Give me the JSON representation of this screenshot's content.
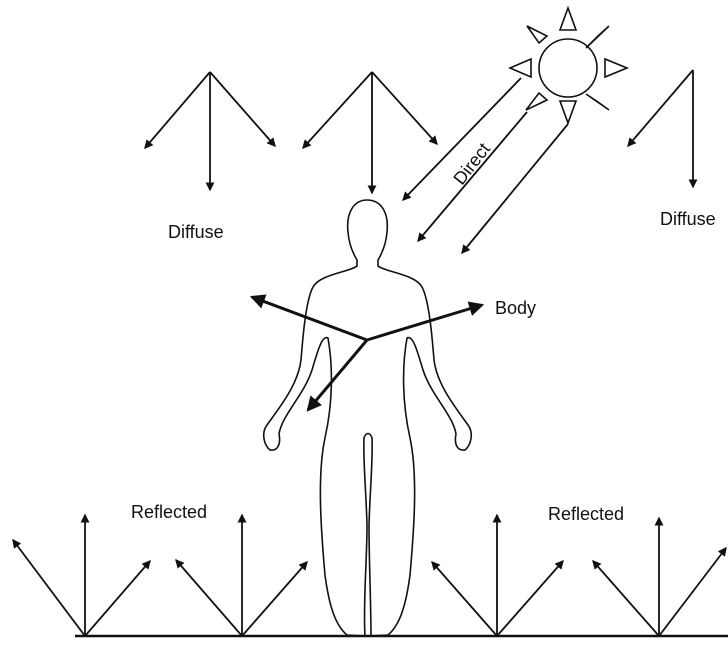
{
  "labels": {
    "diffuse_left": "Diffuse",
    "diffuse_right": "Diffuse",
    "direct": "Direct",
    "body": "Body",
    "reflected_left": "Reflected",
    "reflected_right": "Reflected"
  },
  "colors": {
    "line": "#111111",
    "background": "#ffffff"
  },
  "icons": {
    "sun": "sun-icon",
    "human": "human-figure-icon"
  }
}
